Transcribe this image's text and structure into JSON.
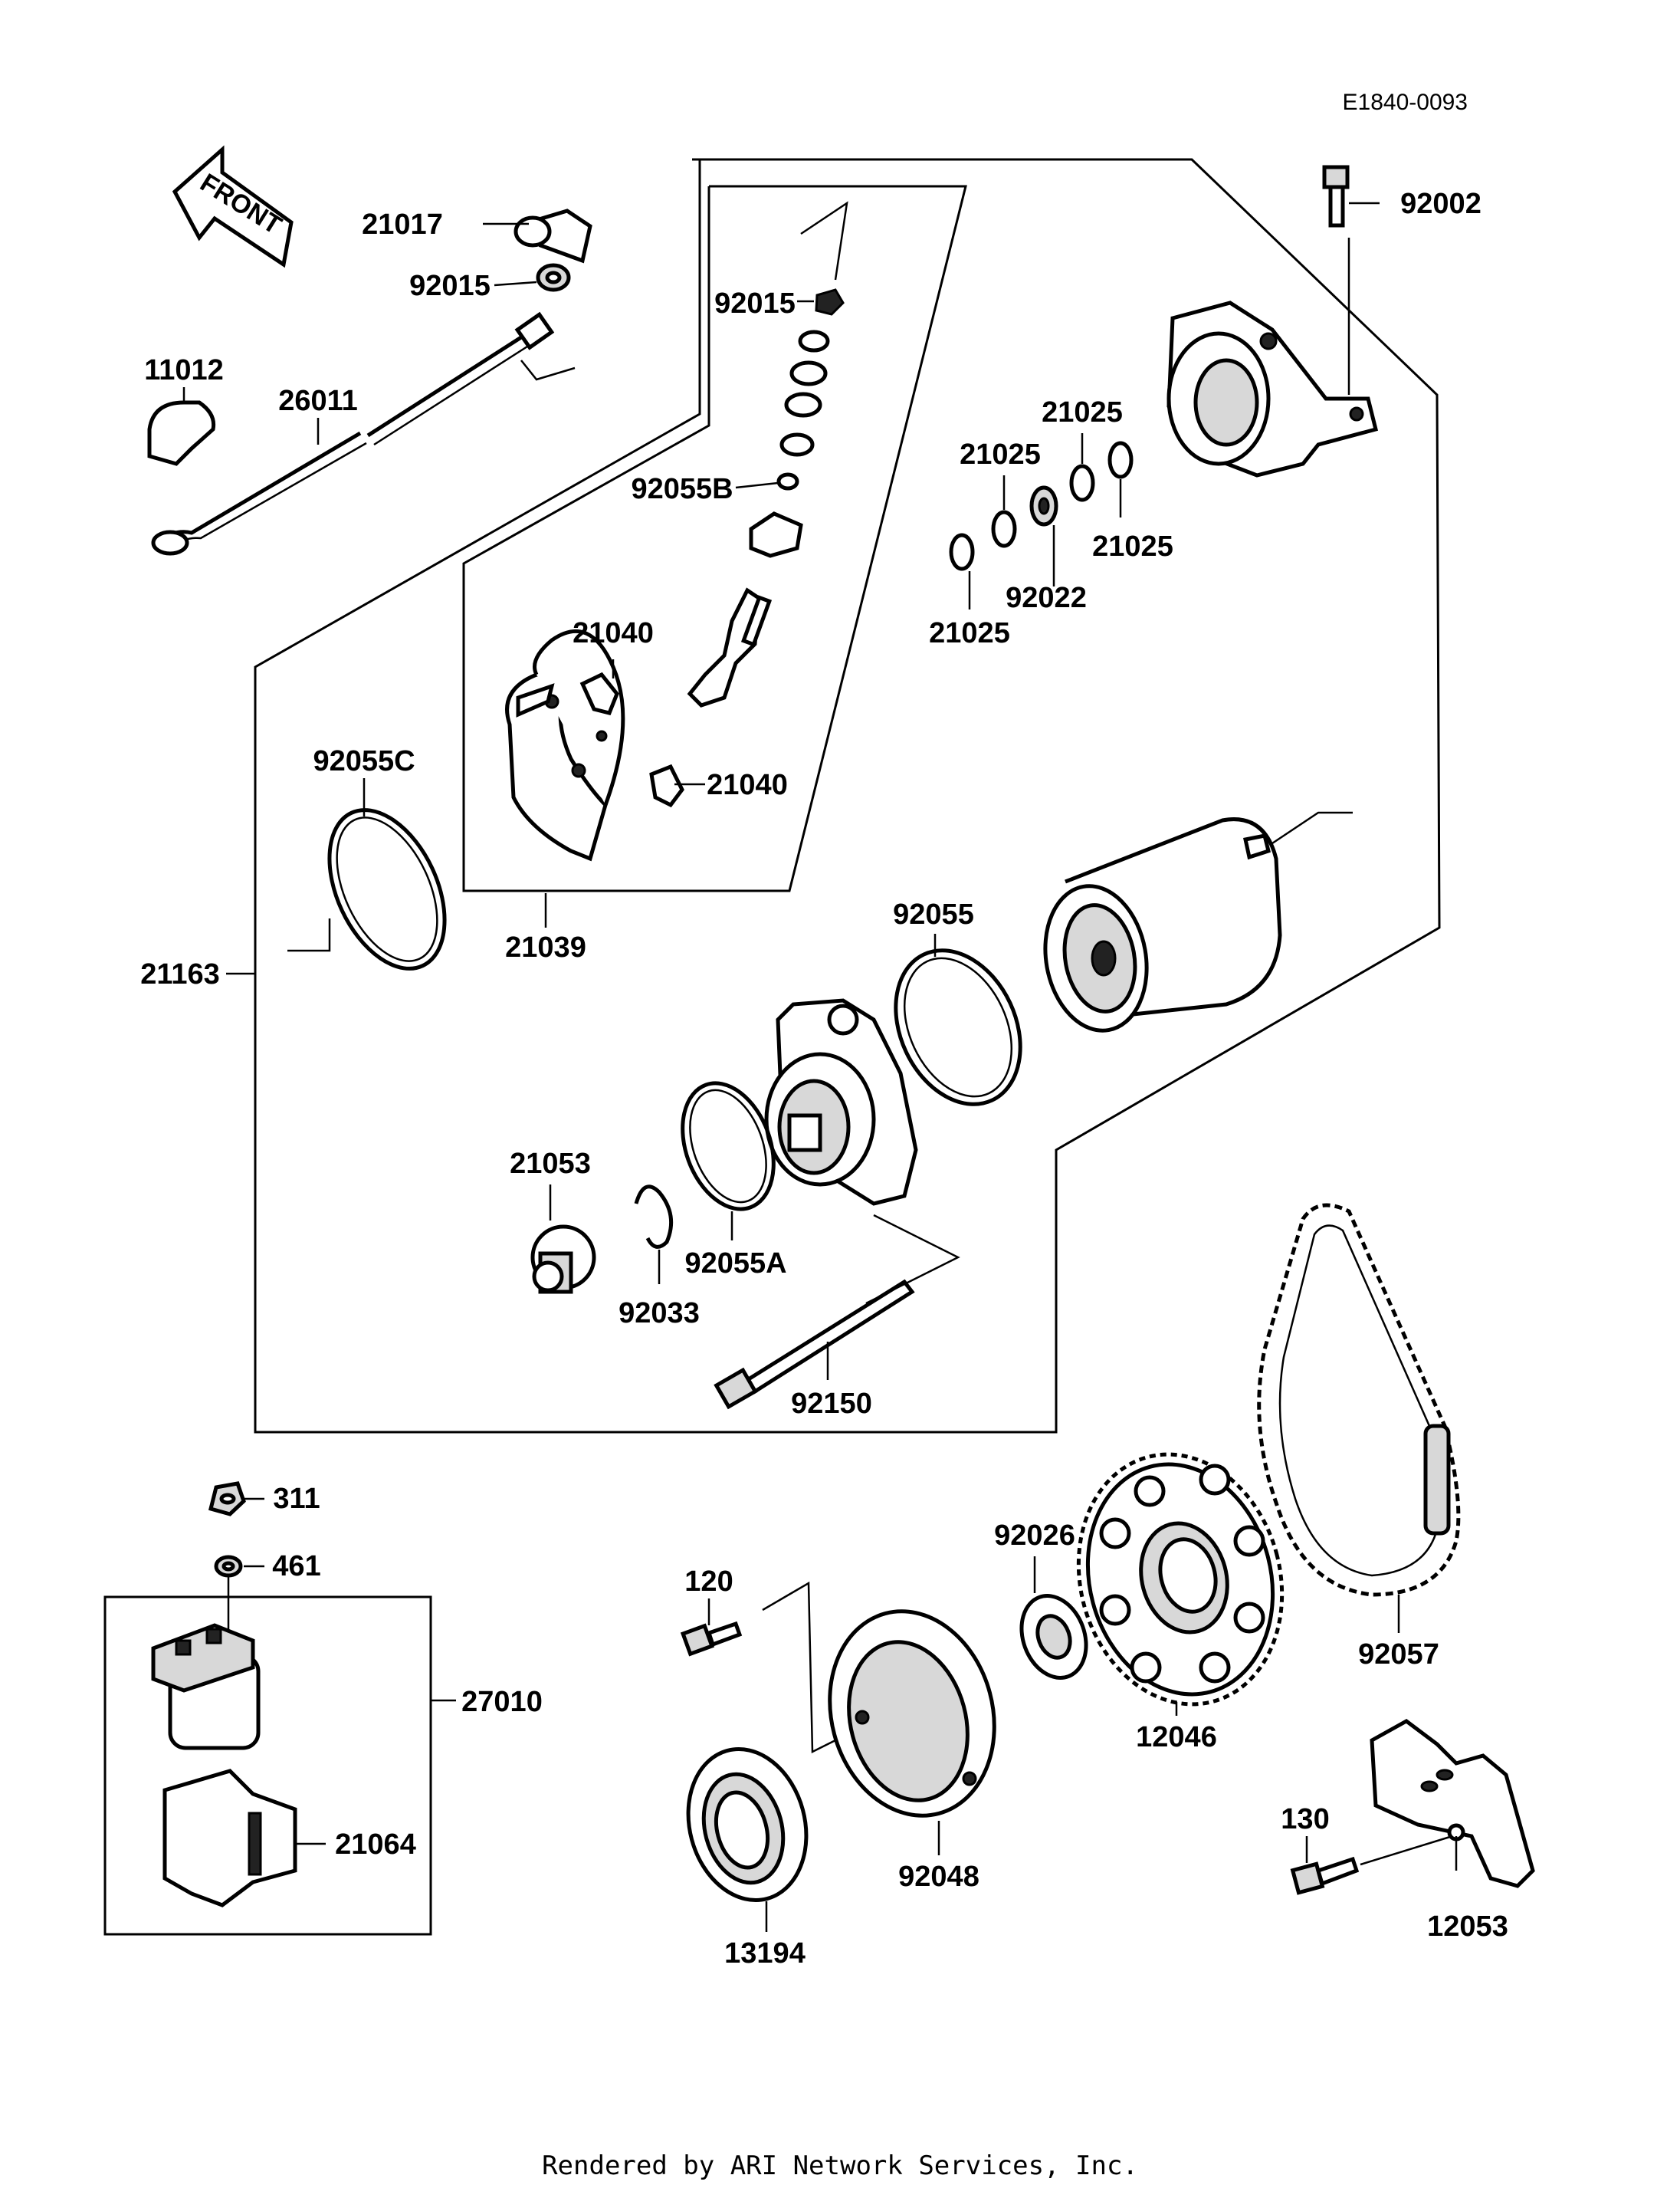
{
  "diagram_code": "E1840-0093",
  "front_label": "FRONT",
  "footer": "Rendered by ARI Network Services, Inc.",
  "callouts": {
    "p21017": "21017",
    "p92015_top": "92015",
    "p92015_mid": "92015",
    "p92002": "92002",
    "p11012": "11012",
    "p26011": "26011",
    "p21025_a": "21025",
    "p21025_b": "21025",
    "p21025_c": "21025",
    "p21025_d": "21025",
    "p92022": "92022",
    "p92055B": "92055B",
    "p21040_a": "21040",
    "p21040_b": "21040",
    "p92055C": "92055C",
    "p21039": "21039",
    "p21163": "21163",
    "p92055": "92055",
    "p21053": "21053",
    "p92033": "92033",
    "p92055A": "92055A",
    "p92150": "92150",
    "p311": "311",
    "p461": "461",
    "p27010": "27010",
    "p21064": "21064",
    "p120": "120",
    "p92026": "92026",
    "p92057": "92057",
    "p12046": "12046",
    "p92048": "92048",
    "p13194": "13194",
    "p130": "130",
    "p12053": "12053"
  }
}
